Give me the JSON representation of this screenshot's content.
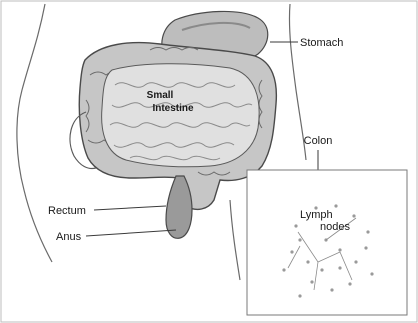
{
  "labels": {
    "stomach": "Stomach",
    "small_intestine_line1": "Small",
    "small_intestine_line2": "Intestine",
    "colon": "Colon",
    "rectum": "Rectum",
    "anus": "Anus",
    "lymph_line1": "Lymph",
    "lymph_line2": "nodes"
  },
  "colors": {
    "outline": "#4a4a4a",
    "organ_fill": "#cfcfcf",
    "organ_dark": "#8a8a8a",
    "organ_light": "#e8e8e8",
    "inset_border": "#7a7a7a",
    "lymph_dots": "#9a9a9a"
  }
}
